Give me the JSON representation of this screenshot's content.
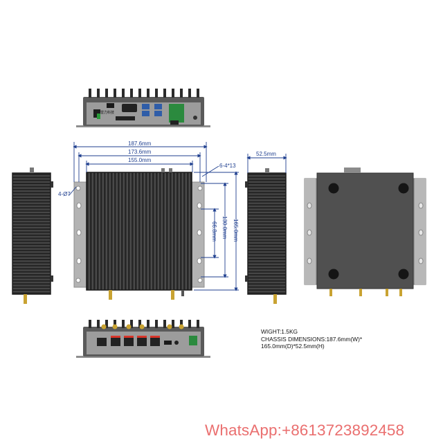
{
  "dimensions": {
    "width_outer": "187.6mm",
    "width_mid": "173.6mm",
    "width_inner": "155.0mm",
    "depth": "165.0mm",
    "depth_inner": "130.0mm",
    "depth_small": "66.8mm",
    "height": "52.5mm",
    "slot_holes": "6-4*13",
    "round_holes": "4-Ø7"
  },
  "front_panel": {
    "logo_text": "雷力科技"
  },
  "specs": {
    "line1": "WIGHT:1.5KG",
    "line2": "CHASSIS DIMENSIONS:187.6mm(W)*",
    "line3": "165.0mm(D)*52.5mm(H)"
  },
  "watermark": "WhatsApp:+8613723892458",
  "colors": {
    "dimension": "#1f3f8f",
    "watermark": "#ea6f6f",
    "body": "#3f3f3f",
    "bracket": "#a9a9a9"
  }
}
